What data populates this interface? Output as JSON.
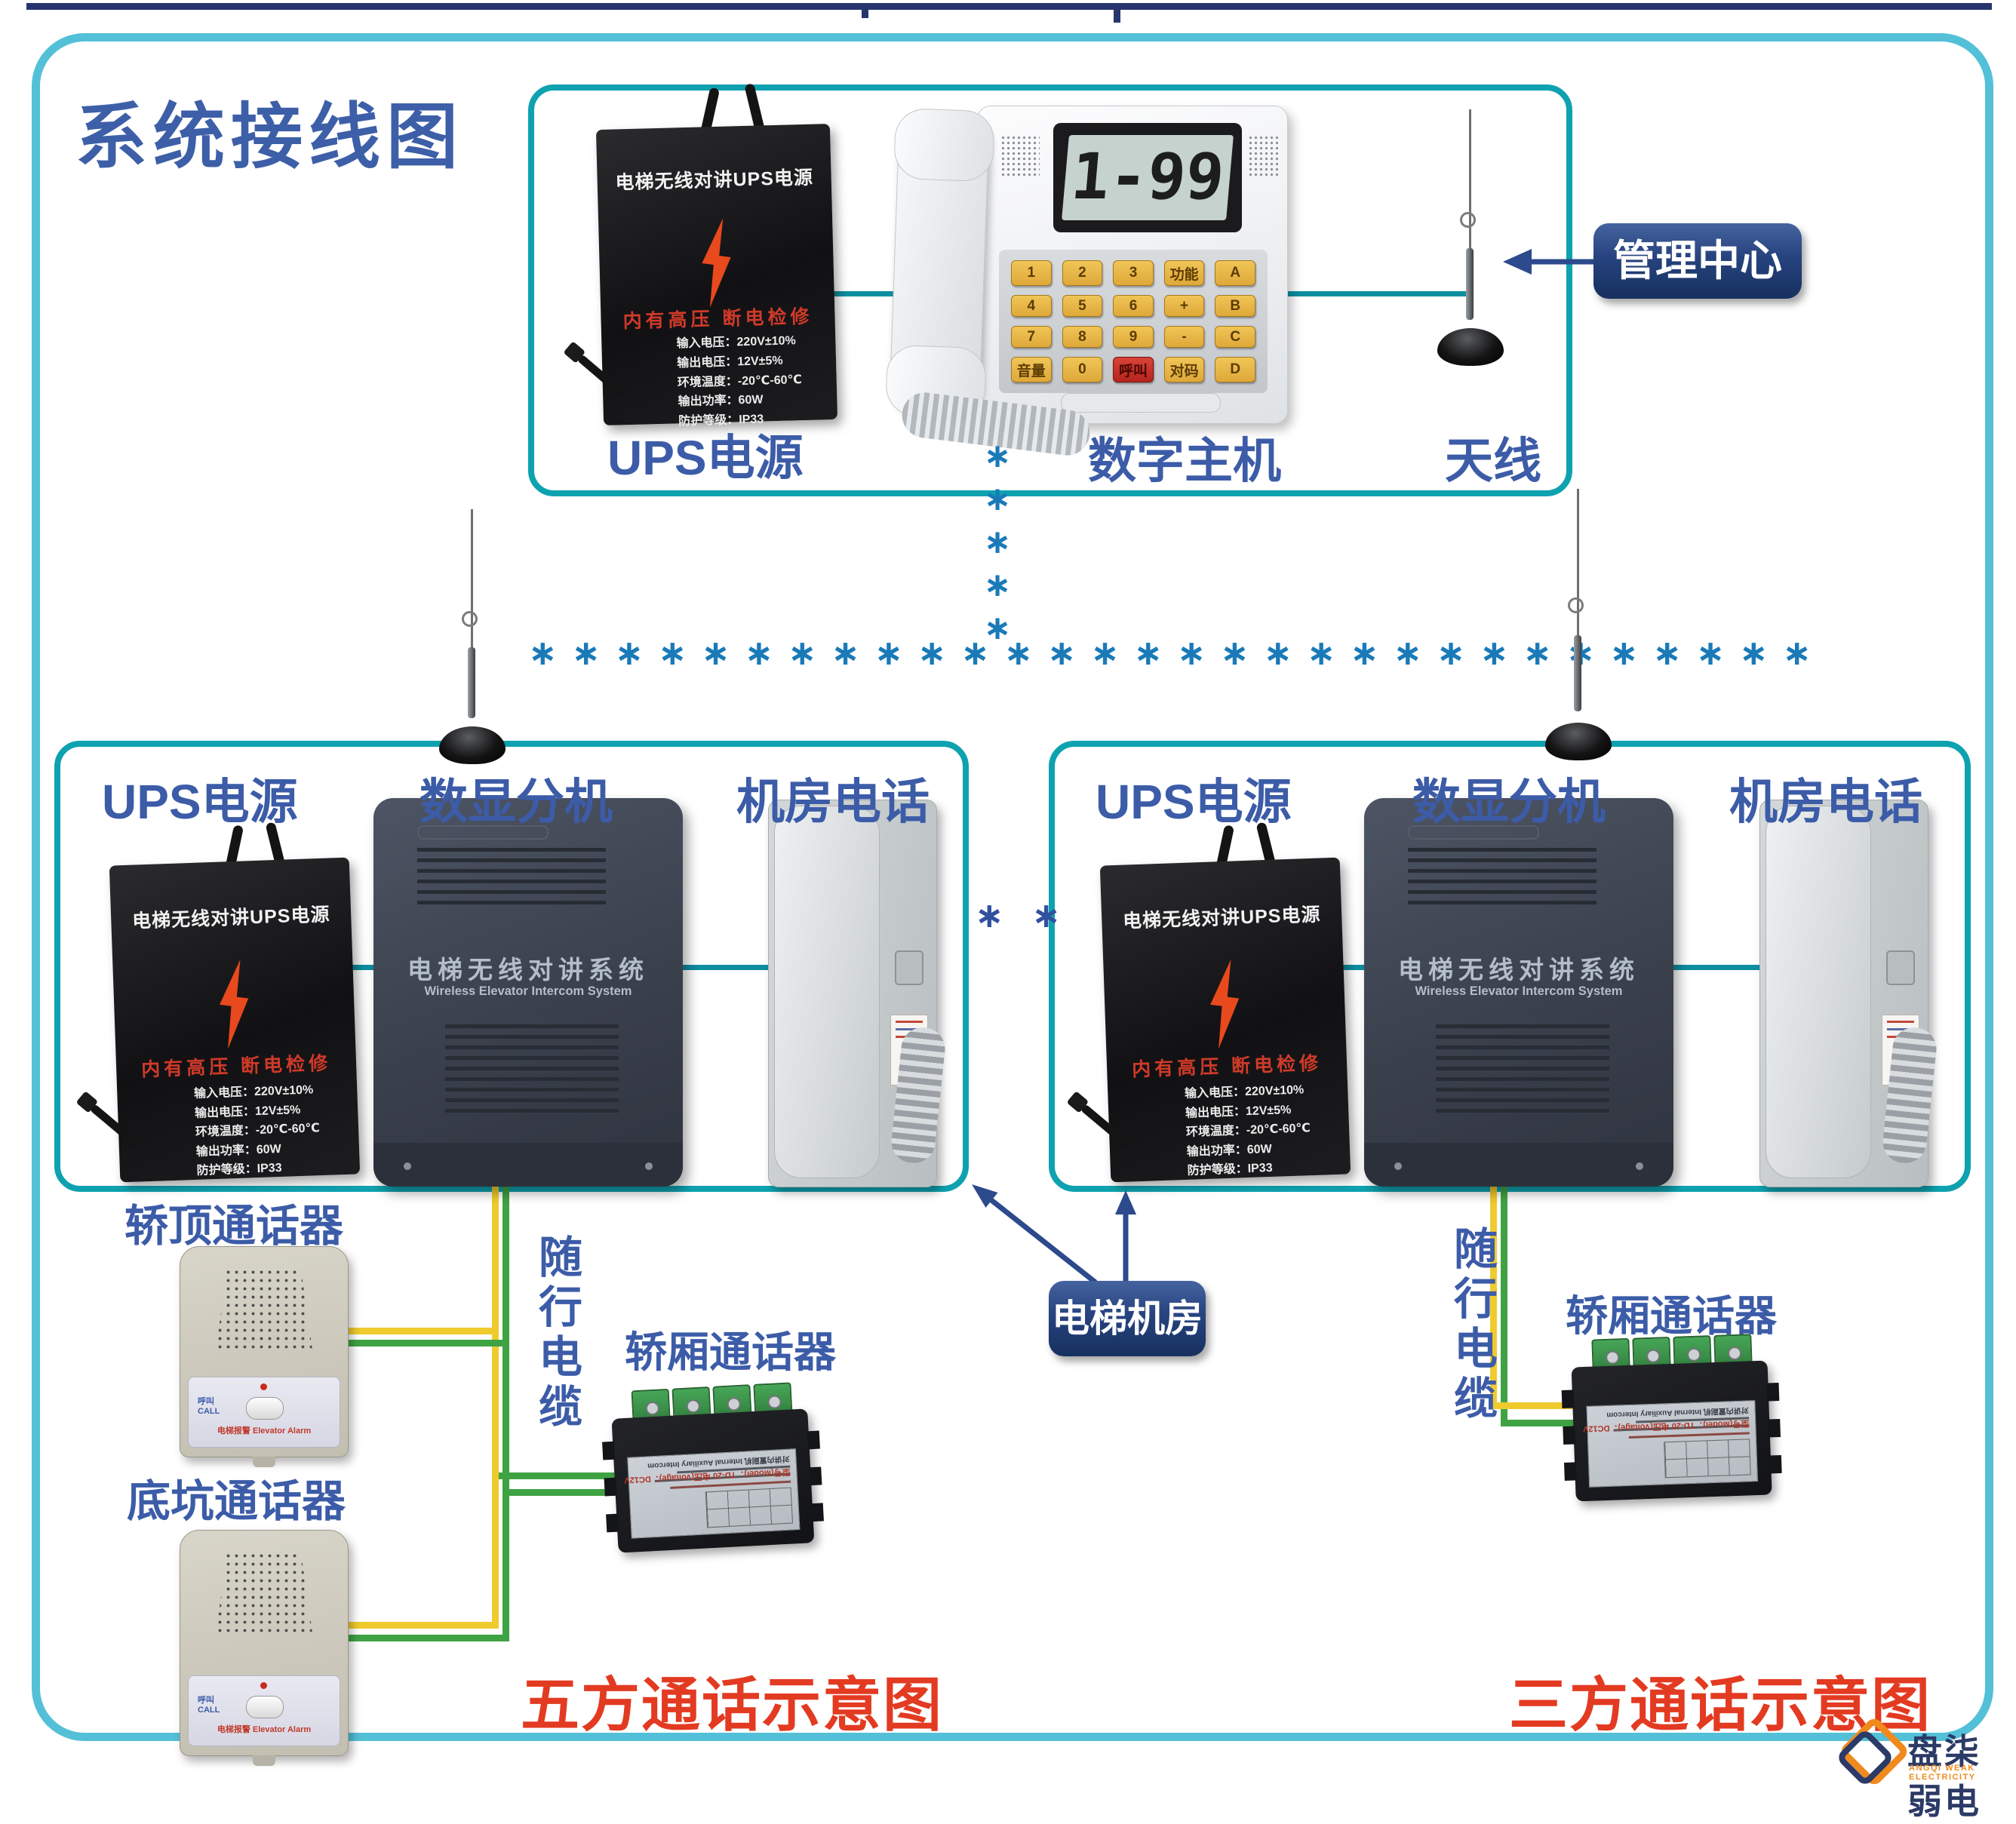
{
  "page": {
    "title": "系统接线图"
  },
  "top_section": {
    "ups_label": "UPS电源",
    "host_label": "数字主机",
    "antenna_label": "天线",
    "badge": "管理中心"
  },
  "machine_room_badge": "电梯机房",
  "left_section": {
    "ups_label": "UPS电源",
    "extension_label": "数显分机",
    "room_phone_label": "机房电话",
    "cartop_label": "轿顶通话器",
    "pit_label": "底坑通话器",
    "cable_label": "随行电缆",
    "cabin_label": "轿厢通话器",
    "caption": "五方通话示意图"
  },
  "right_section": {
    "ups_label": "UPS电源",
    "extension_label": "数显分机",
    "room_phone_label": "机房电话",
    "cable_label": "随行电缆",
    "cabin_label": "轿厢通话器",
    "caption": "三方通话示意图"
  },
  "devices": {
    "ups": {
      "title": "电梯无线对讲UPS电源",
      "warning": "内有高压  断电检修",
      "specs": [
        "输入电压：220V±10%",
        "输出电压：12V±5%",
        "环境温度：-20℃-60℃",
        "输出功率：60W",
        "防护等级：IP33"
      ]
    },
    "phone": {
      "lcd": "1-99",
      "keys": [
        "1",
        "2",
        "3",
        "功能",
        "A",
        "4",
        "5",
        "6",
        "+",
        "B",
        "7",
        "8",
        "9",
        "-",
        "C",
        "音量",
        "0",
        "呼叫",
        "对码",
        "D"
      ]
    },
    "intercom": {
      "title_cn": "电梯无线对讲系统",
      "title_en": "Wireless Elevator Intercom System"
    },
    "small_intercom": {
      "call_cn": "呼叫",
      "call_en": "CALL",
      "alarm_text": "电梯报警  Elevator Alarm"
    },
    "td20": {
      "model_line": "型号(Model)：TD-20   电压(Voltage)：DC12V",
      "name_line": "对讲内置副机  Internal Auxiliary Intercom"
    }
  },
  "signal": {
    "asterisk": "∗",
    "pair": "∗ ∗",
    "row": "∗ ∗ ∗ ∗ ∗ ∗ ∗ ∗ ∗ ∗ ∗ ∗ ∗ ∗ ∗ ∗ ∗ ∗ ∗ ∗ ∗ ∗ ∗ ∗ ∗ ∗ ∗ ∗ ∗ ∗"
  },
  "logo": {
    "cn": "盘柒弱电",
    "en": "ANGQI WEAK ELECTRICITY"
  },
  "colors": {
    "frame_cyan": "#53C0D8",
    "box_teal": "#0EA2B0",
    "label_navy": "#3C5CA8",
    "caption_red": "#E33A22",
    "badge_navy": "#1E3A78",
    "wire_yellow": "#EFCB2E",
    "wire_green": "#3FA344",
    "signal_blue": "#1A7AB8",
    "top_line_navy": "#26356E"
  }
}
